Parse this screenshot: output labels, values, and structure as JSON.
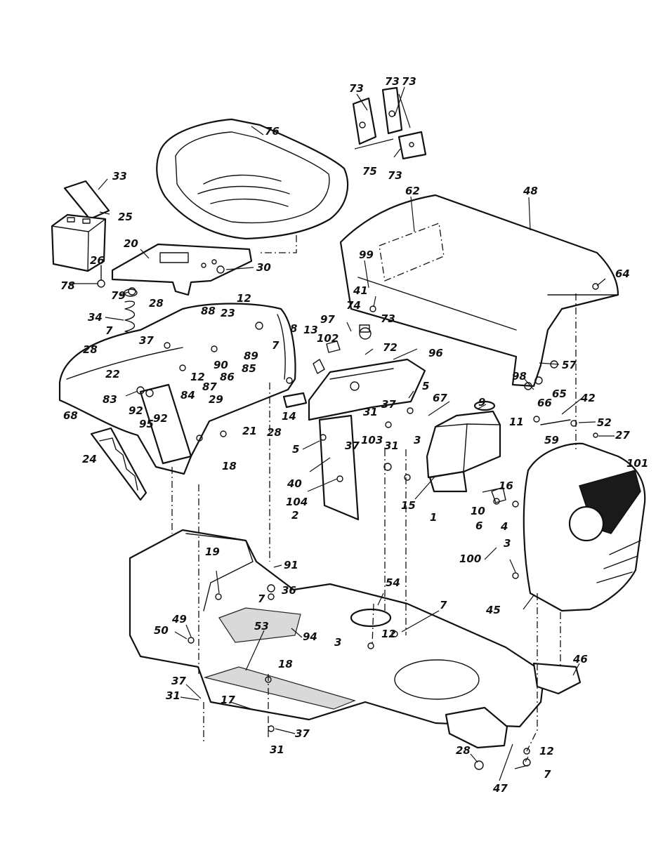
{
  "callouts": [
    {
      "id": "c73a",
      "label": "73"
    },
    {
      "id": "c73b",
      "label": "73"
    },
    {
      "id": "c73c",
      "label": "73"
    },
    {
      "id": "c75",
      "label": "75"
    },
    {
      "id": "c73d",
      "label": "73"
    },
    {
      "id": "c76",
      "label": "76"
    },
    {
      "id": "c33",
      "label": "33"
    },
    {
      "id": "c25",
      "label": "25"
    },
    {
      "id": "c62",
      "label": "62"
    },
    {
      "id": "c48",
      "label": "48"
    },
    {
      "id": "c20",
      "label": "20"
    },
    {
      "id": "c26",
      "label": "26"
    },
    {
      "id": "c30",
      "label": "30"
    },
    {
      "id": "c78",
      "label": "78"
    },
    {
      "id": "c99",
      "label": "99"
    },
    {
      "id": "c64",
      "label": "64"
    },
    {
      "id": "c79",
      "label": "79"
    },
    {
      "id": "c41",
      "label": "41"
    },
    {
      "id": "c74",
      "label": "74"
    },
    {
      "id": "c28a",
      "label": "28"
    },
    {
      "id": "c12a",
      "label": "12"
    },
    {
      "id": "c34",
      "label": "34"
    },
    {
      "id": "c88",
      "label": "88"
    },
    {
      "id": "c23",
      "label": "23"
    },
    {
      "id": "c97",
      "label": "97"
    },
    {
      "id": "c73e",
      "label": "73"
    },
    {
      "id": "c7a",
      "label": "7"
    },
    {
      "id": "c37a",
      "label": "37"
    },
    {
      "id": "c8",
      "label": "8"
    },
    {
      "id": "c13",
      "label": "13"
    },
    {
      "id": "c102",
      "label": "102"
    },
    {
      "id": "c72",
      "label": "72"
    },
    {
      "id": "c7b",
      "label": "7"
    },
    {
      "id": "c28b",
      "label": "28"
    },
    {
      "id": "c89",
      "label": "89"
    },
    {
      "id": "c96",
      "label": "96"
    },
    {
      "id": "c57",
      "label": "57"
    },
    {
      "id": "c90",
      "label": "90"
    },
    {
      "id": "c85",
      "label": "85"
    },
    {
      "id": "c22",
      "label": "22"
    },
    {
      "id": "c12b",
      "label": "12"
    },
    {
      "id": "c86",
      "label": "86"
    },
    {
      "id": "c87",
      "label": "87"
    },
    {
      "id": "c98",
      "label": "98"
    },
    {
      "id": "c65",
      "label": "65"
    },
    {
      "id": "c84",
      "label": "84"
    },
    {
      "id": "c83",
      "label": "83"
    },
    {
      "id": "c5a",
      "label": "5"
    },
    {
      "id": "c66",
      "label": "66"
    },
    {
      "id": "c92a",
      "label": "92"
    },
    {
      "id": "c29",
      "label": "29"
    },
    {
      "id": "c9",
      "label": "9"
    },
    {
      "id": "c67",
      "label": "67"
    },
    {
      "id": "c42",
      "label": "42"
    },
    {
      "id": "c37b",
      "label": "37"
    },
    {
      "id": "c68",
      "label": "68"
    },
    {
      "id": "c95",
      "label": "95"
    },
    {
      "id": "c92b",
      "label": "92"
    },
    {
      "id": "c14",
      "label": "14"
    },
    {
      "id": "c31a",
      "label": "31"
    },
    {
      "id": "c11",
      "label": "11"
    },
    {
      "id": "c52",
      "label": "52"
    },
    {
      "id": "c21",
      "label": "21"
    },
    {
      "id": "c28c",
      "label": "28"
    },
    {
      "id": "c27",
      "label": "27"
    },
    {
      "id": "c5b",
      "label": "5"
    },
    {
      "id": "c37c",
      "label": "37"
    },
    {
      "id": "c103",
      "label": "103"
    },
    {
      "id": "c3a",
      "label": "3"
    },
    {
      "id": "c59",
      "label": "59"
    },
    {
      "id": "c31b",
      "label": "31"
    },
    {
      "id": "c101",
      "label": "101"
    },
    {
      "id": "c24",
      "label": "24"
    },
    {
      "id": "c18a",
      "label": "18"
    },
    {
      "id": "c40",
      "label": "40"
    },
    {
      "id": "c16",
      "label": "16"
    },
    {
      "id": "c104",
      "label": "104"
    },
    {
      "id": "c15",
      "label": "15"
    },
    {
      "id": "c10",
      "label": "10"
    },
    {
      "id": "c6",
      "label": "6"
    },
    {
      "id": "c4",
      "label": "4"
    },
    {
      "id": "c2",
      "label": "2"
    },
    {
      "id": "c1",
      "label": "1"
    },
    {
      "id": "c3b",
      "label": "3"
    },
    {
      "id": "c100",
      "label": "100"
    },
    {
      "id": "c19",
      "label": "19"
    },
    {
      "id": "c91",
      "label": "91"
    },
    {
      "id": "c54",
      "label": "54"
    },
    {
      "id": "c36",
      "label": "36"
    },
    {
      "id": "c7c",
      "label": "7"
    },
    {
      "id": "c7d",
      "label": "7"
    },
    {
      "id": "c45",
      "label": "45"
    },
    {
      "id": "c49",
      "label": "49"
    },
    {
      "id": "c50",
      "label": "50"
    },
    {
      "id": "c53",
      "label": "53"
    },
    {
      "id": "c94",
      "label": "94"
    },
    {
      "id": "c12c",
      "label": "12"
    },
    {
      "id": "c3c",
      "label": "3"
    },
    {
      "id": "c18b",
      "label": "18"
    },
    {
      "id": "c46",
      "label": "46"
    },
    {
      "id": "c37d",
      "label": "37"
    },
    {
      "id": "c31c",
      "label": "31"
    },
    {
      "id": "c17",
      "label": "17"
    },
    {
      "id": "c37e",
      "label": "37"
    },
    {
      "id": "c31d",
      "label": "31"
    },
    {
      "id": "c12d",
      "label": "12"
    },
    {
      "id": "c28d",
      "label": "28"
    },
    {
      "id": "c7e",
      "label": "7"
    },
    {
      "id": "c47",
      "label": "47"
    }
  ]
}
